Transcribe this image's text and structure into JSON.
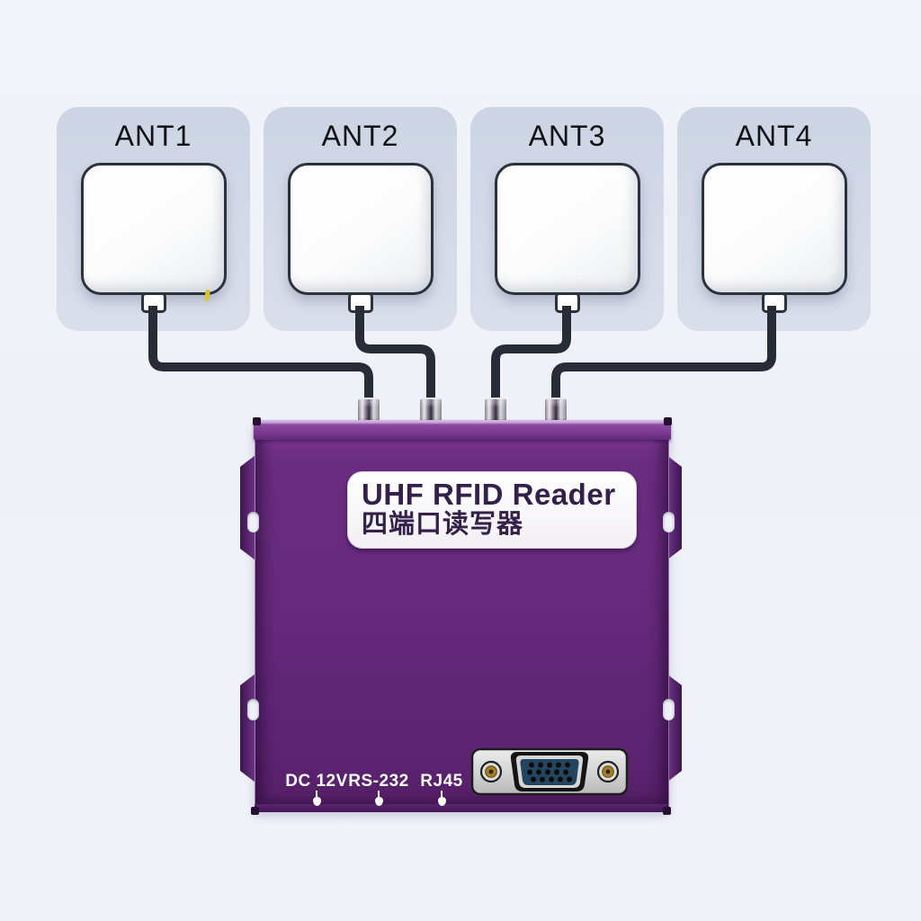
{
  "antennas": {
    "items": [
      {
        "label": "ANT1"
      },
      {
        "label": "ANT2"
      },
      {
        "label": "ANT3"
      },
      {
        "label": "ANT4"
      }
    ]
  },
  "reader": {
    "nameplate": {
      "line1": "UHF RFID Reader",
      "line2": "四端口读写器"
    },
    "bottom_ports": [
      {
        "label": "DC 12V"
      },
      {
        "label": "RS-232"
      },
      {
        "label": "RJ45"
      }
    ],
    "antenna_port_count": 4
  },
  "icons": {
    "antenna_panel": "square-patch-antenna-icon",
    "antenna_port": "sma-connector-icon",
    "serial_connector": "db15-connector-icon",
    "port_indicator": "down-arrow-icon",
    "mounting_tab": "mounting-flange-icon"
  },
  "colors": {
    "background": "#eff1f8",
    "card": "#d4dae8",
    "cable": "#272c37",
    "reader_body": "#652a7c",
    "reader_top_lip": "#8a4aa0",
    "nameplate_bg": "#f7f5f8",
    "nameplate_text": "#33214a",
    "port_label_text": "#ffffff",
    "screw_gold": "#a57f28",
    "dsub_face": "#24455f",
    "antenna_tick": "#d9c431"
  }
}
